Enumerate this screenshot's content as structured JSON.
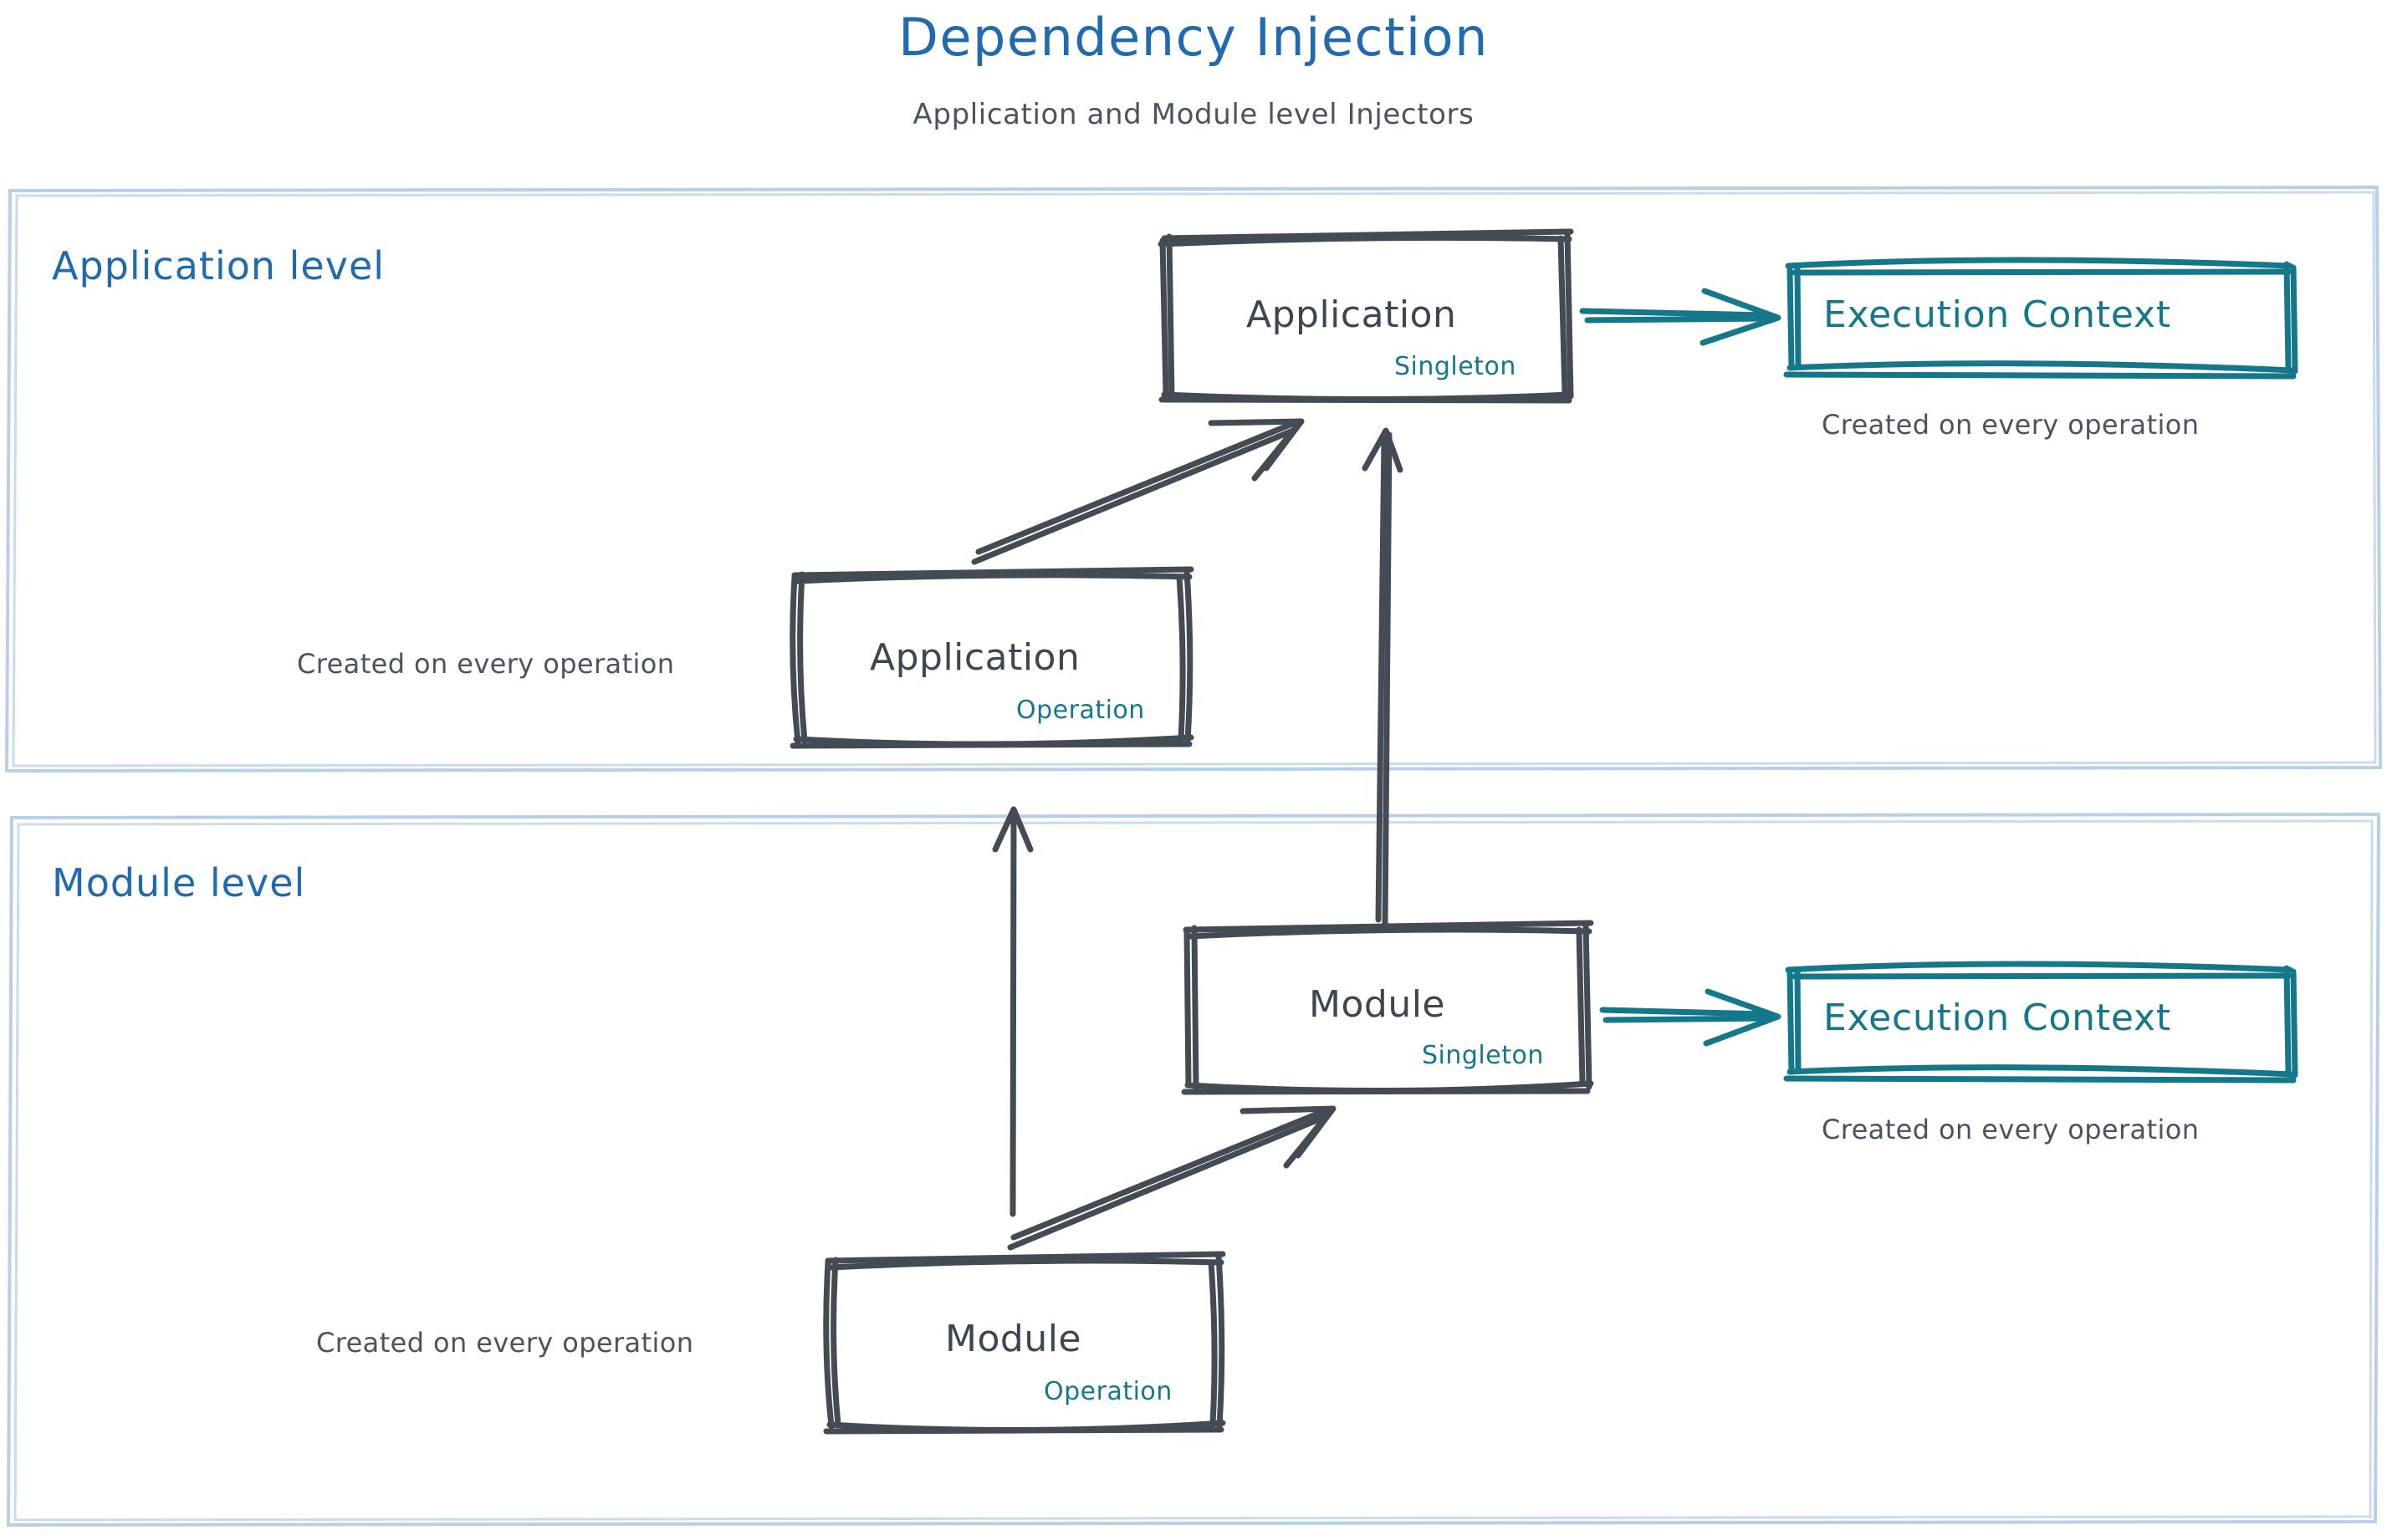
{
  "header": {
    "title": "Dependency Injection",
    "subtitle": "Application and Module level Injectors",
    "title_color": "#1f6ab0",
    "subtitle_color": "#4a5360"
  },
  "colors": {
    "container_border": "#b9cfe8",
    "node_stroke": "#434b55",
    "node_text": "#3d4752",
    "scope_text": "#15788a",
    "teal": "#15788a",
    "blue": "#1f6ab0",
    "background": "#ffffff"
  },
  "containers": [
    {
      "id": "application-level",
      "label": "Application level"
    },
    {
      "id": "module-level",
      "label": "Module level"
    }
  ],
  "nodes": [
    {
      "id": "application-singleton",
      "title": "Application",
      "scope": "Singleton",
      "style": "sketch-dark",
      "level": "Application level"
    },
    {
      "id": "execution-context-application",
      "title": "Execution Context",
      "scope": "",
      "style": "sketch-teal",
      "level": "Application level",
      "caption": "Created on every operation"
    },
    {
      "id": "application-operation",
      "title": "Application",
      "scope": "Operation",
      "style": "sketch-dark",
      "level": "Application level",
      "caption": "Created on every operation"
    },
    {
      "id": "module-singleton",
      "title": "Module",
      "scope": "Singleton",
      "style": "sketch-dark",
      "level": "Module level"
    },
    {
      "id": "execution-context-module",
      "title": "Execution Context",
      "scope": "",
      "style": "sketch-teal",
      "level": "Module level",
      "caption": "Created on every operation"
    },
    {
      "id": "module-operation",
      "title": "Module",
      "scope": "Operation",
      "style": "sketch-dark",
      "level": "Module level",
      "caption": "Created on every operation"
    }
  ],
  "captions": {
    "exec_top": "Created on every operation",
    "exec_bottom": "Created on every operation",
    "app_operation": "Created on every operation",
    "module_operation": "Created on every operation"
  },
  "edges": [
    {
      "id": "app-singleton-to-exec-context",
      "from": "application-singleton",
      "to": "execution-context-application",
      "color": "teal",
      "kind": "arrow"
    },
    {
      "id": "app-operation-to-app-singleton",
      "from": "application-operation",
      "to": "application-singleton",
      "color": "dark",
      "kind": "arrow"
    },
    {
      "id": "module-singleton-to-app-singleton",
      "from": "module-singleton",
      "to": "application-singleton",
      "color": "dark",
      "kind": "arrow"
    },
    {
      "id": "module-operation-to-app-operation-level",
      "from": "module-operation",
      "to": "application-level",
      "color": "dark",
      "kind": "arrow"
    },
    {
      "id": "module-singleton-to-exec-context",
      "from": "module-singleton",
      "to": "execution-context-module",
      "color": "teal",
      "kind": "arrow"
    },
    {
      "id": "module-operation-to-module-singleton",
      "from": "module-operation",
      "to": "module-singleton",
      "color": "dark",
      "kind": "arrow"
    }
  ]
}
